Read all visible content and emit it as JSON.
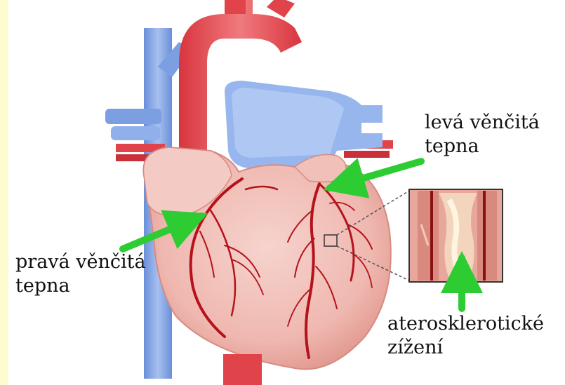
{
  "labels": {
    "left_coronary": [
      "levá věnčitá",
      "tepna"
    ],
    "right_coronary": [
      "pravá věnčitá",
      "tepna"
    ],
    "atherosclerotic": [
      "aterosklerotické",
      "zížení"
    ]
  },
  "colors": {
    "background": "#ffffff",
    "left_strip": "#fffbd0",
    "heart": "#f2c4bd",
    "heart_shadow": "#e49c93",
    "artery_red": "#e0434a",
    "coronary": "#b5121b",
    "vein_blue": "#7b9fe0",
    "vein_light": "#a9c2f0",
    "arrow_green": "#2ecc33"
  },
  "icons": {
    "heart": "heart-illustration",
    "inset": "artery-cross-section-inset",
    "arrows": "green-pointer-arrow"
  }
}
